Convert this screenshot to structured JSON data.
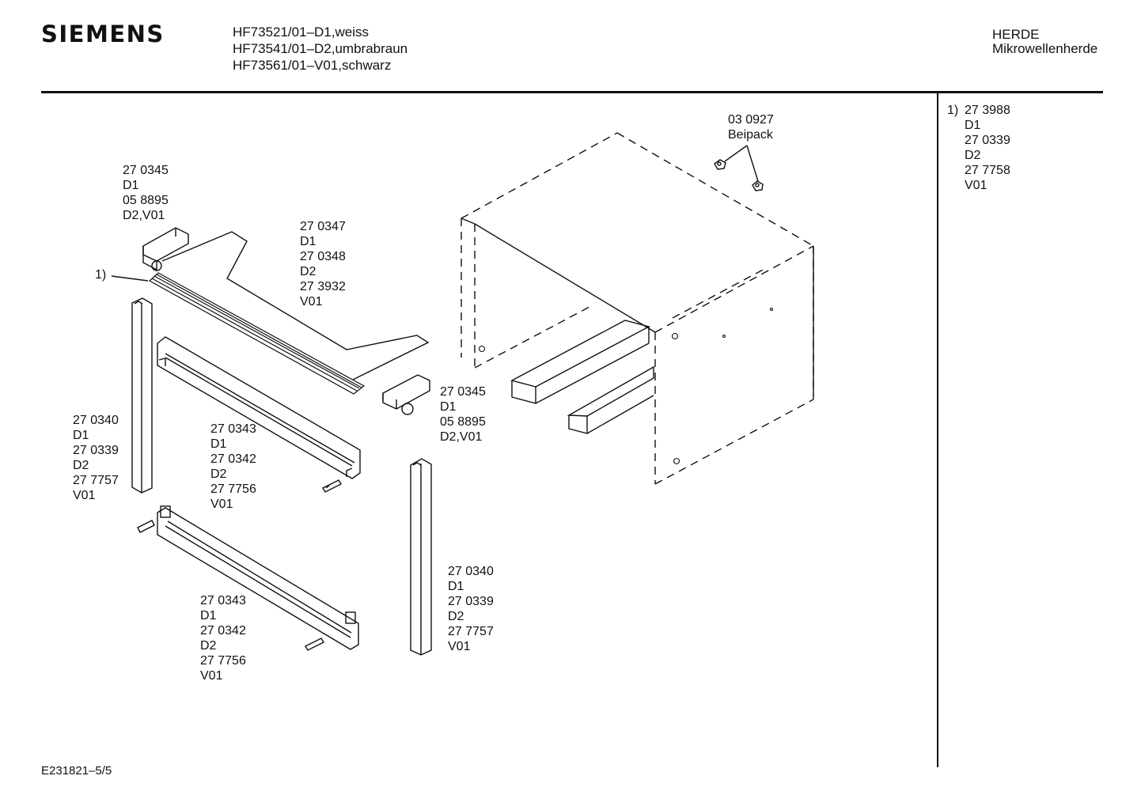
{
  "header": {
    "brand": "SIEMENS",
    "models": [
      "HF73521/01–D1,weiss",
      "HF73541/01–D2,umbrabraun",
      "HF73561/01–V01,schwarz"
    ],
    "category": [
      "HERDE",
      "Mikrowellenherde"
    ]
  },
  "footnote": {
    "marker": "1)",
    "lines": [
      "27 3988",
      "D1",
      "27 0339",
      "D2",
      "27 7758",
      "V01"
    ]
  },
  "callouts": {
    "beipack": [
      "03 0927",
      "Beipack"
    ],
    "bracket_top": [
      "27 0345",
      "D1",
      "05 8895",
      "D2,V01"
    ],
    "trim_strip": [
      "27 0347",
      "D1",
      "27 0348",
      "D2",
      "27 3932",
      "V01"
    ],
    "strip_ref": "1)",
    "bracket_mid": [
      "27 0345",
      "D1",
      "05 8895",
      "D2,V01"
    ],
    "post_left": [
      "27 0340",
      "D1",
      "27 0339",
      "D2",
      "27 7757",
      "V01"
    ],
    "rail_upper": [
      "27 0343",
      "D1",
      "27 0342",
      "D2",
      "27 7756",
      "V01"
    ],
    "post_right": [
      "27 0340",
      "D1",
      "27 0339",
      "D2",
      "27 7757",
      "V01"
    ],
    "rail_lower": [
      "27 0343",
      "D1",
      "27 0342",
      "D2",
      "27 7756",
      "V01"
    ]
  },
  "document_id": "E231821–5/5"
}
